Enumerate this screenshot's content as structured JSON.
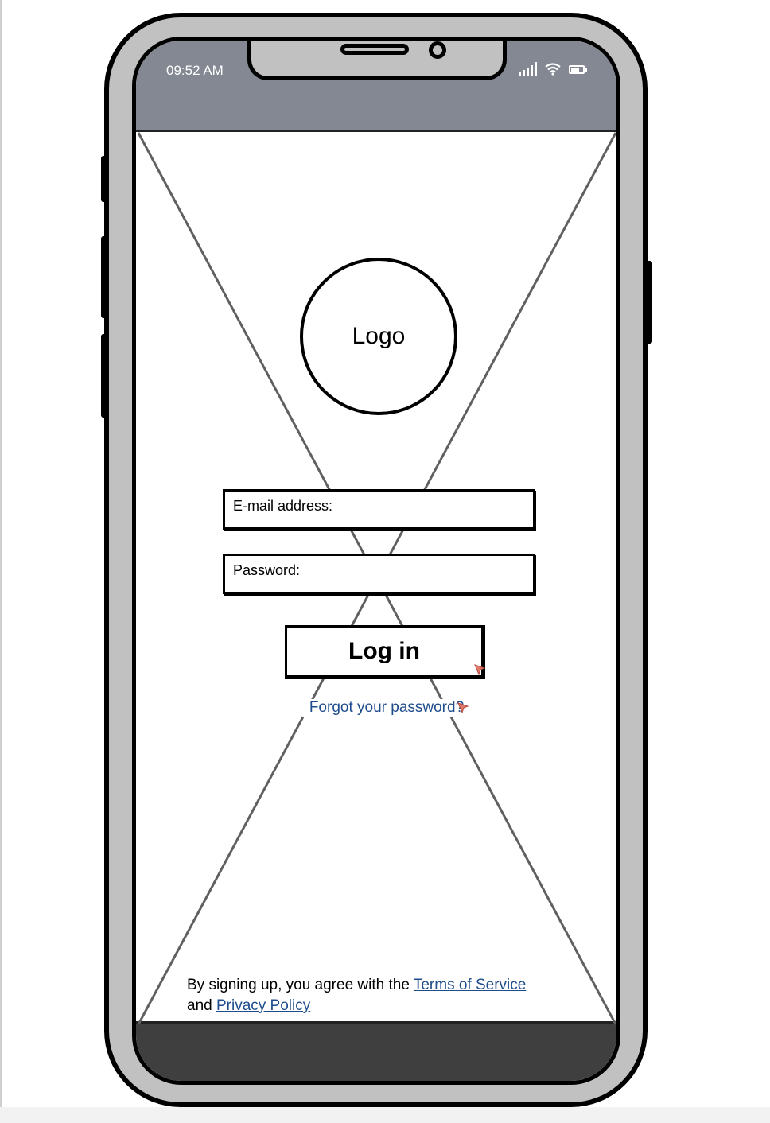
{
  "status_bar": {
    "time": "09:52 AM"
  },
  "logo": {
    "label": "Logo"
  },
  "form": {
    "email_label": "E-mail address:",
    "password_label": "Password:",
    "login_label": "Log in",
    "forgot_label": "Forgot your password?"
  },
  "legal": {
    "prefix": "By signing up, you agree with the ",
    "terms_label": "Terms of Service",
    "middle": "and ",
    "privacy_label": "Privacy Policy"
  },
  "icons": [
    "signal-icon",
    "wifi-icon",
    "battery-icon",
    "cursor-icon"
  ]
}
